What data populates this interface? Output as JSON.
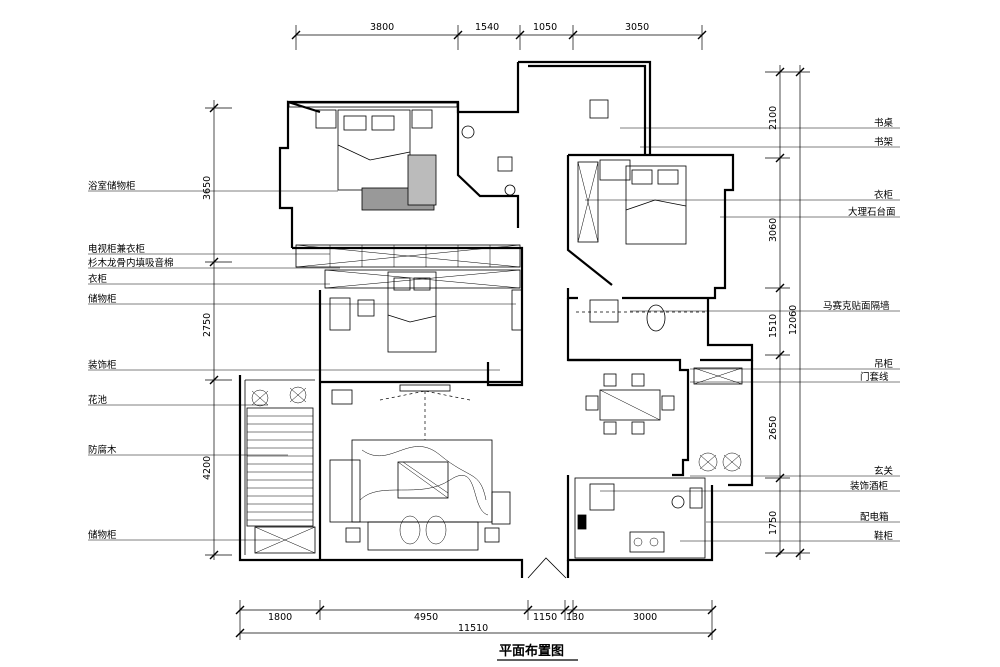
{
  "title": "平面布置图",
  "top_dimensions": [
    "3800",
    "1540",
    "1050",
    "3050"
  ],
  "bottom_dimensions": [
    "1800",
    "4950",
    "1150",
    "130",
    "3000"
  ],
  "bottom_total": "11510",
  "left_dimensions": [
    "3650",
    "2750",
    "4200"
  ],
  "right_dimensions": [
    "2100",
    "3060",
    "1510",
    "2650",
    "1750"
  ],
  "right_total": "12060",
  "left_labels": [
    "浴室储物柜",
    "电视柜兼衣柜",
    "杉木龙骨内填吸音棉",
    "衣柜",
    "储物柜",
    "装饰柜",
    "花池",
    "防腐木",
    "储物柜"
  ],
  "right_labels": [
    "书桌",
    "书架",
    "衣柜",
    "大理石台面",
    "马赛克贴面隔墙",
    "吊柜",
    "门套线",
    "玄关",
    "装饰酒柜",
    "配电箱",
    "鞋柜"
  ]
}
